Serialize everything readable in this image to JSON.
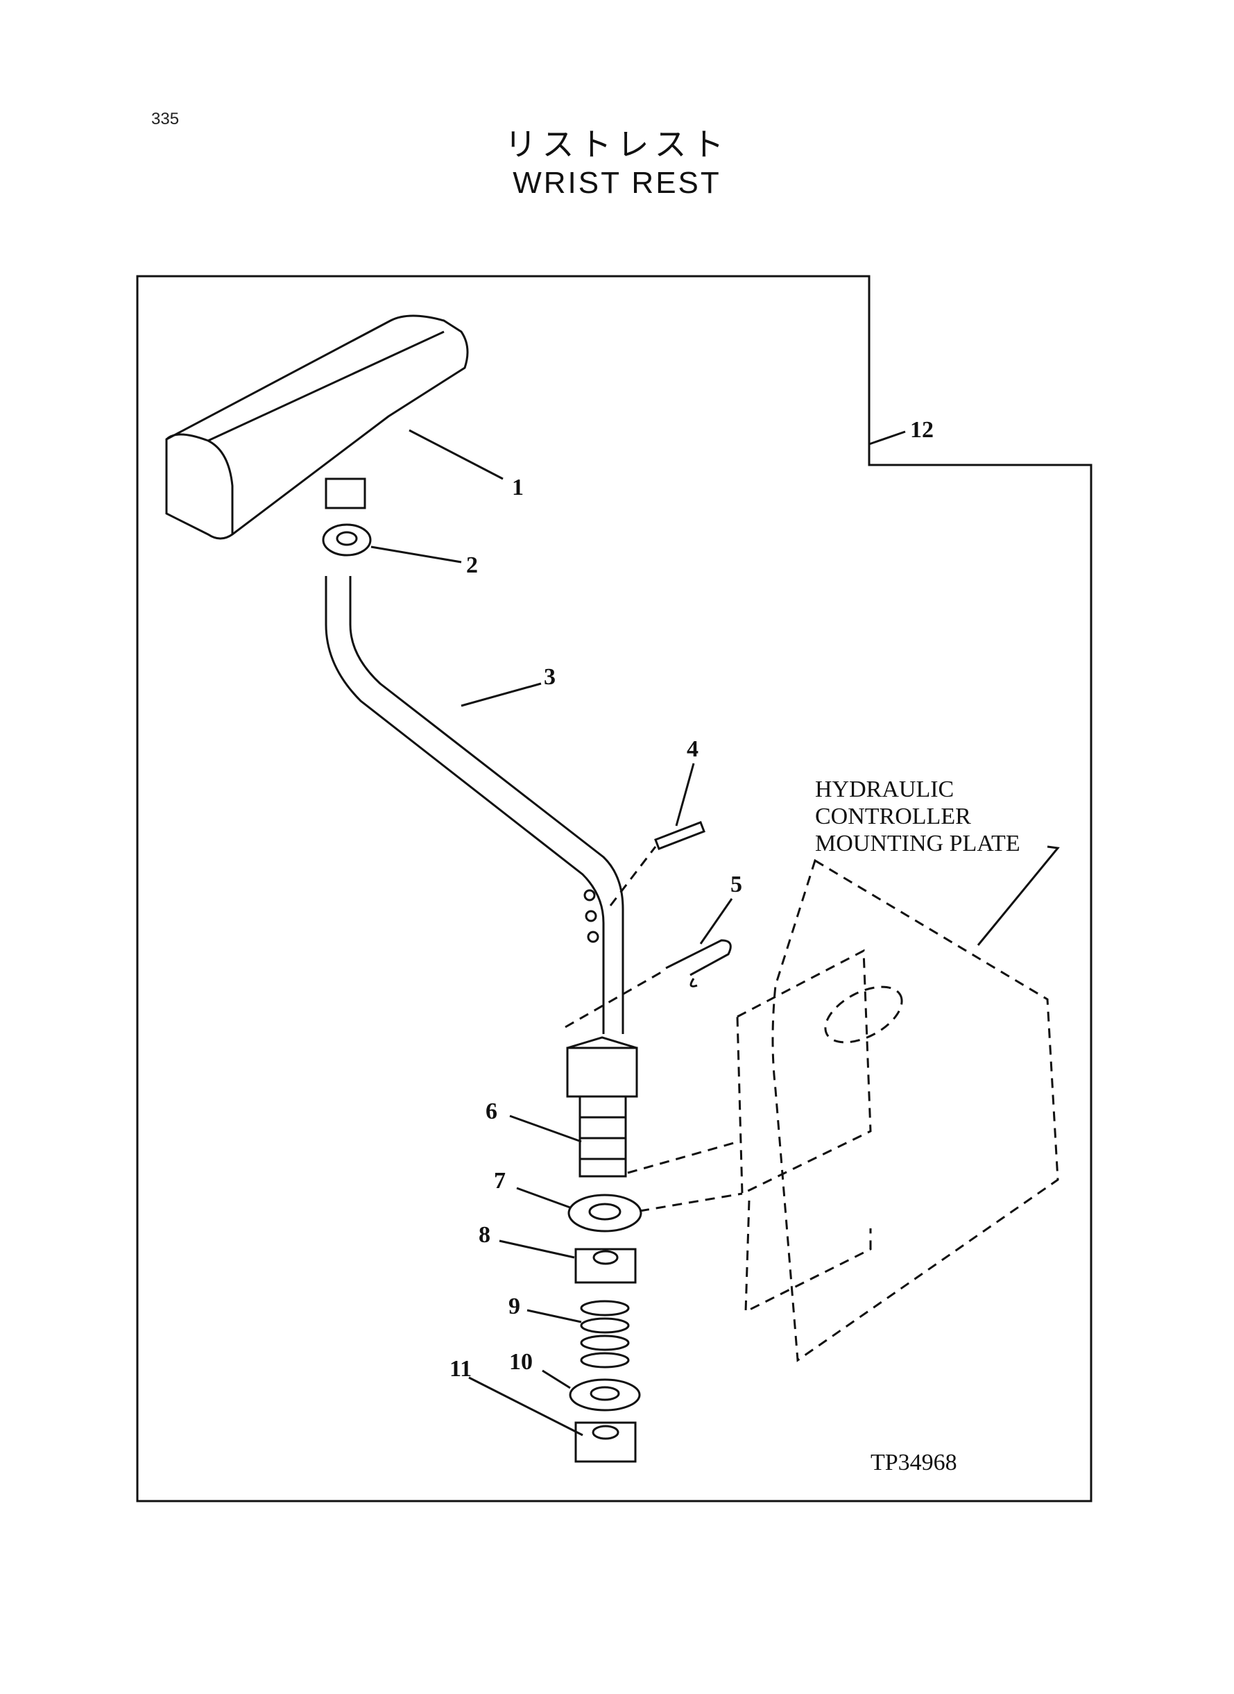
{
  "page": {
    "number": "335"
  },
  "title": {
    "japanese": "リストレスト",
    "english": "WRIST REST"
  },
  "callouts": [
    "1",
    "2",
    "3",
    "4",
    "5",
    "6",
    "7",
    "8",
    "9",
    "10",
    "11",
    "12"
  ],
  "note": {
    "line1": "HYDRAULIC",
    "line2": "CONTROLLER",
    "line3": "MOUNTING PLATE"
  },
  "figure_id": "TP34968"
}
